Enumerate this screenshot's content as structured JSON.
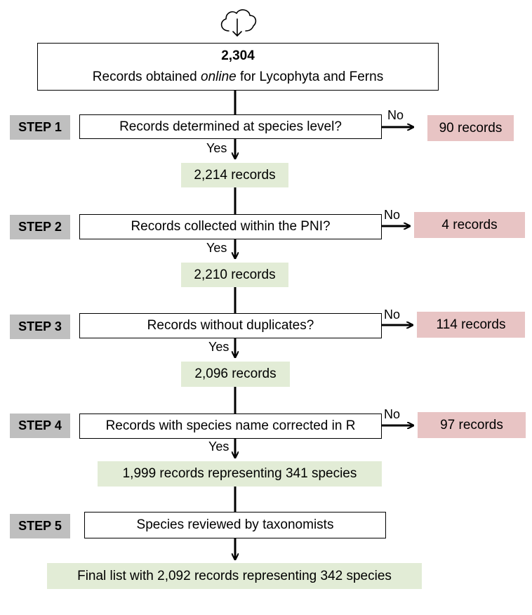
{
  "source": {
    "icon": "cloud-download-icon",
    "count": "2,304",
    "text_before": "Records obtained ",
    "text_italic": "online",
    "text_after": " for Lycophyta and Ferns"
  },
  "steps": [
    {
      "step_label": "STEP 1",
      "question": "Records determined at species level?",
      "no_label": "No",
      "yes_label": "Yes",
      "excluded": "90 records",
      "retained": "2,214 records"
    },
    {
      "step_label": "STEP 2",
      "question": "Records collected within the PNI?",
      "no_label": "No",
      "yes_label": "Yes",
      "excluded": "4 records",
      "retained": "2,210 records"
    },
    {
      "step_label": "STEP 3",
      "question": "Records without duplicates?",
      "no_label": "No",
      "yes_label": "Yes",
      "excluded": "114 records",
      "retained": "2,096 records"
    },
    {
      "step_label": "STEP 4",
      "question": "Records with species name corrected in R",
      "no_label": "No",
      "yes_label": "Yes",
      "excluded": "97 records",
      "retained": "1,999 records representing 341 species"
    },
    {
      "step_label": "STEP 5",
      "question": "Species reviewed by taxonomists",
      "retained": "Final list with 2,092 records representing 342 species"
    }
  ],
  "colors": {
    "step_badge": "#bfbfbf",
    "retained_fill": "#e2ecd6",
    "excluded_fill": "#e8c4c4",
    "line": "#000000"
  }
}
